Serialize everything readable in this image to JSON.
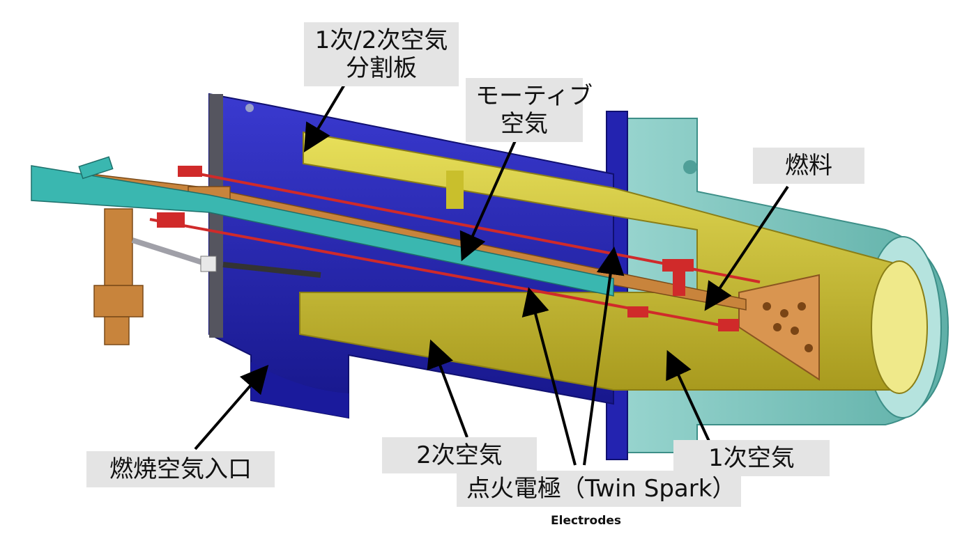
{
  "labels": {
    "divider_plate": [
      "1次/2次空気",
      "分割板"
    ],
    "motive_air": [
      "モーティブ",
      "空気"
    ],
    "fuel": "燃料",
    "combustion_air_inlet": "燃焼空気入口",
    "secondary_air": "2次空気",
    "primary_air": "1次空気",
    "ignition_electrodes": "点火電極（Twin Spark）"
  },
  "caption": "Electrodes",
  "colors": {
    "outer_casing": "#2323b0",
    "inner_liner": "#d8cf3a",
    "flame_tube": "#78c8c0",
    "fuel_parts": "#c8843c",
    "electrode": "#d02a2a",
    "motive_pipe": "#3ab7b0",
    "label_bg": "#e4e4e4",
    "arrow": "#000000"
  }
}
